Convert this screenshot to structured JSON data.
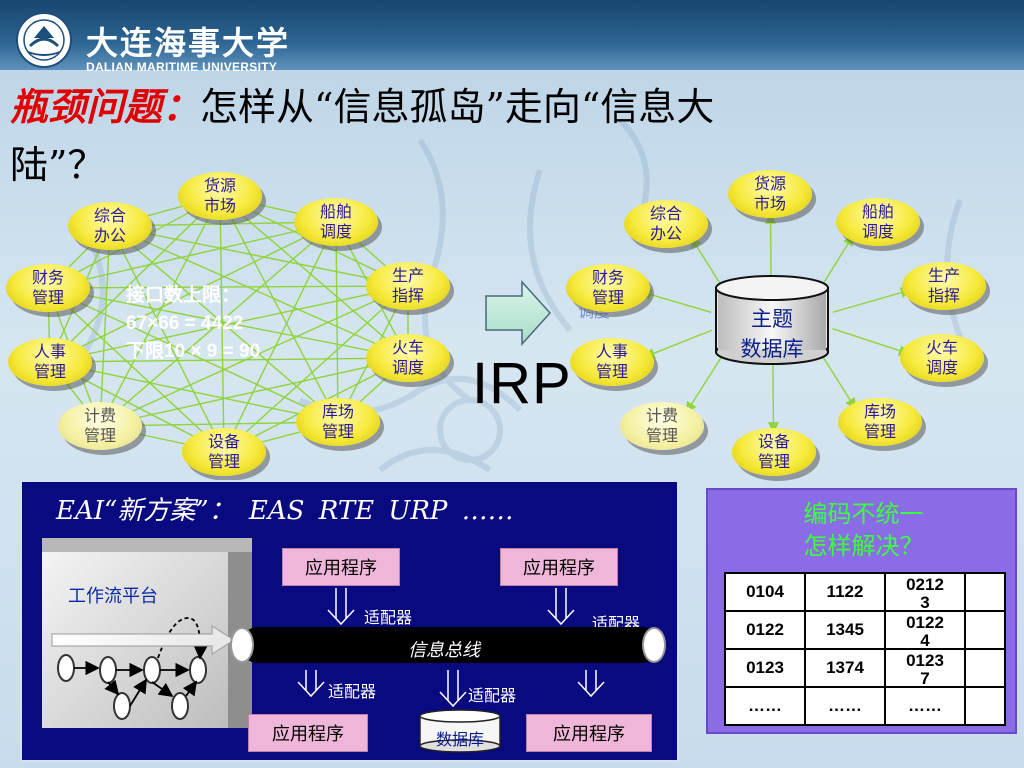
{
  "header": {
    "university_cn": "大连海事大学",
    "university_en": "DALIAN MARITIME UNIVERSITY"
  },
  "title": {
    "highlight": "瓶颈问题：",
    "line1_rest": "怎样从“信息孤岛”走向“信息大",
    "line2": "陆”？"
  },
  "left_diagram": {
    "nodes": [
      {
        "label": "货源\n市场"
      },
      {
        "label": "船舶\n调度"
      },
      {
        "label": "综合\n办公"
      },
      {
        "label": "财务\n管理"
      },
      {
        "label": "生产\n指挥"
      },
      {
        "label": "人事\n管理"
      },
      {
        "label": "火车\n调度"
      },
      {
        "label": "计费\n管理"
      },
      {
        "label": "库场\n管理"
      },
      {
        "label": "设备\n管理"
      }
    ],
    "note": "接口数上限：\n67×66 = 4422\n下限10 × 9 = 90"
  },
  "middle": {
    "irp_label": "IRP",
    "faded_text": "调度"
  },
  "right_diagram": {
    "center_label": "主题\n数据库",
    "nodes": [
      {
        "label": "货源\n市场"
      },
      {
        "label": "综合\n办公"
      },
      {
        "label": "船舶\n调度"
      },
      {
        "label": "财务\n管理"
      },
      {
        "label": "生产\n指挥"
      },
      {
        "label": "人事\n管理"
      },
      {
        "label": "火车\n调度"
      },
      {
        "label": "计费\n管理"
      },
      {
        "label": "库场\n管理"
      },
      {
        "label": "设备\n管理"
      }
    ]
  },
  "eai_panel": {
    "title": "EAI“新方案”：  EAS   RTE   URP   ……",
    "workflow_label": "工作流平台",
    "app_label": "应用程序",
    "adapter_label": "适配器",
    "bus_label": "信息总线",
    "db_label": "数据库"
  },
  "encoding_panel": {
    "title": "编码不统一\n怎样解决？",
    "rows": [
      [
        "0104",
        "1122",
        "0212",
        "3",
        ""
      ],
      [
        "0122",
        "1345",
        "0122",
        "4",
        ""
      ],
      [
        "0123",
        "1374",
        "0123",
        "7",
        ""
      ],
      [
        "……",
        "……",
        "……",
        "",
        ""
      ]
    ]
  },
  "colors": {
    "node_fill": "#f6ea3c",
    "node_text": "#2a1a9a",
    "link_green": "#8fd43a",
    "eai_bg": "#0a0a80",
    "enc_bg": "#8a6ce6",
    "enc_title": "#3cff3c",
    "app_box": "#f0b6da",
    "title_red": "#e00000"
  }
}
